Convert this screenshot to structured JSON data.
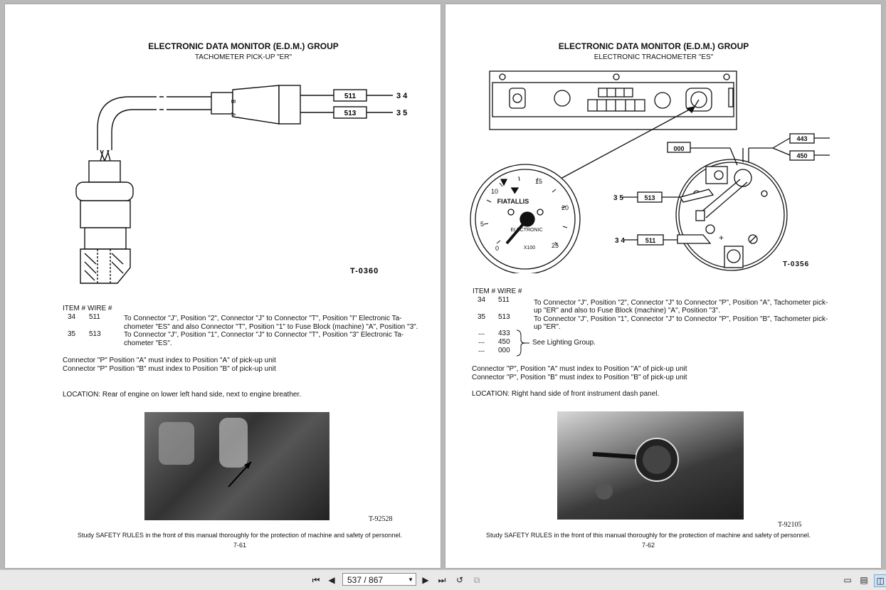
{
  "left_page": {
    "title": "ELECTRONIC DATA MONITOR (E.D.M.) GROUP",
    "subtitle": "TACHOMETER PICK-UP \"ER\"",
    "diagram": {
      "wire_511": "511",
      "wire_513": "513",
      "item_34": "3 4",
      "item_35": "3 5",
      "pin_b": "B",
      "pin_a": "A",
      "code": "T-0360"
    },
    "table_header": "ITEM # WIRE #",
    "rows": [
      {
        "item": "34",
        "wire": "511",
        "text1": "To Connector \"J\", Position \"2\", Connector \"J\" to Connector \"T\", Position \"I\" Electronic Ta-",
        "text2": "chometer \"ES\" and also Connector \"T\", Position \"1\" to Fuse Block (machine) \"A\", Position \"3\"."
      },
      {
        "item": "35",
        "wire": "513",
        "text1": "To Connector \"J\", Position \"1\", Connector \"J\" to Connector \"T\", Position \"3\" Electronic Ta-",
        "text2": "chometer \"ES\"."
      }
    ],
    "note1": "Connector \"P\" Position \"A\" must index to Position \"A\" of pick-up unit",
    "note2": "Connector \"P\" Position \"B\" must index to Position \"B\" of pick-up unit",
    "location": "LOCATION: Rear of engine on lower left hand side, next to engine breather.",
    "photo_code": "T-92528",
    "footer": "Study SAFETY RULES in the front of this manual thoroughly for the protection of machine and safety of personnel.",
    "page_number": "7-61"
  },
  "right_page": {
    "title": "ELECTRONIC DATA MONITOR (E.D.M.) GROUP",
    "subtitle": "ELECTRONIC TRACHOMETER \"ES\"",
    "diagram": {
      "w000": "000",
      "w443": "443",
      "w450": "450",
      "w513": "513",
      "w511": "511",
      "item_35": "3 5",
      "item_34": "3 4",
      "code": "T-0356",
      "gauge_brand": "FIATALLIS",
      "gauge_label": "ELECTRONIC",
      "gauge_mult": "X100",
      "ticks": [
        "0",
        "5",
        "10",
        "15",
        "20",
        "25"
      ],
      "plus": "+"
    },
    "table_header": "ITEM # WIRE #",
    "rows": [
      {
        "item": "34",
        "wire": "511",
        "text1": "To Connector \"J\", Position \"2\", Connector \"J\" to Connector \"P\", Position \"A\", Tachometer pick-",
        "text2": "up \"ER\" and also to Fuse Block (machine) \"A\", Position \"3\"."
      },
      {
        "item": "35",
        "wire": "513",
        "text1": "To Connector \"J\", Position \"1\", Connector \"J\" to Connector \"P\", Position \"B\", Tachometer pick-",
        "text2": "up \"ER\"."
      }
    ],
    "lighting_rows": [
      {
        "item": "---",
        "wire": "433"
      },
      {
        "item": "---",
        "wire": "450"
      },
      {
        "item": "---",
        "wire": "000"
      }
    ],
    "lighting_text": "See Lighting Group.",
    "note1": "Connector \"P\", Position \"A\" must index to Position \"A\" of pick-up unit",
    "note2": "Connector \"P\", Position \"B\" must index to Position \"B\" of pick-up unit",
    "location": "LOCATION: Right hand side of front instrument dash panel.",
    "photo_code": "T-92105",
    "footer": "Study SAFETY RULES in the front of this manual thoroughly for the protection of machine and safety of personnel.",
    "page_number": "7-62"
  },
  "toolbar": {
    "page_value": "537 / 867",
    "icons": [
      "first-page-icon",
      "prev-page-icon",
      "next-page-icon",
      "last-page-icon",
      "rotate-icon",
      "copy-icon",
      "single-page-view-icon",
      "continuous-view-icon",
      "two-page-view-icon"
    ]
  }
}
